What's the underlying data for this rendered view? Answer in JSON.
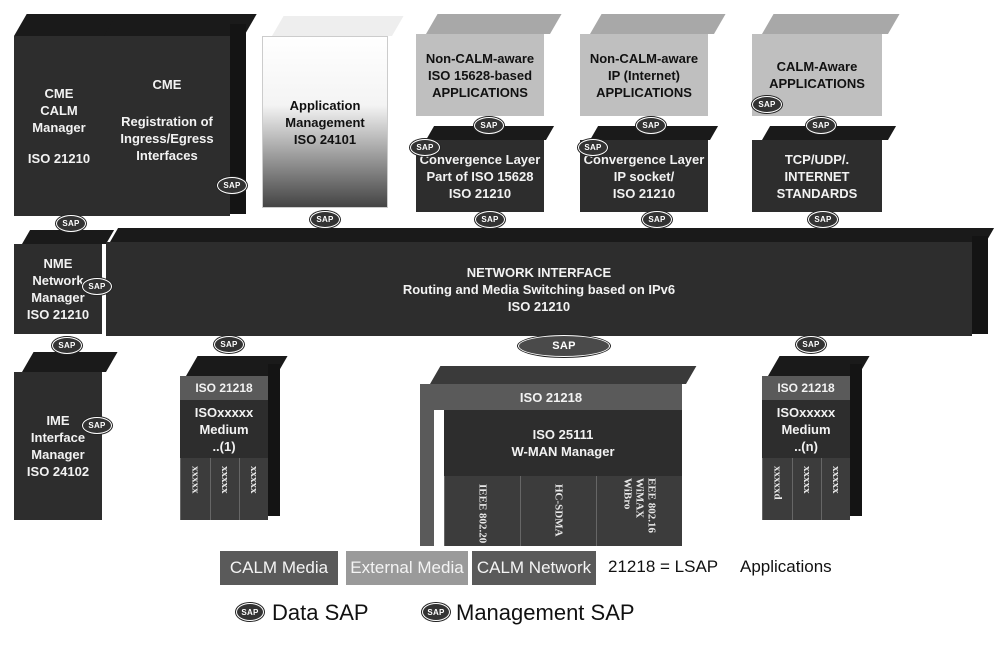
{
  "cme_calm": [
    "CME",
    "CALM",
    "Manager",
    "ISO 21210"
  ],
  "cme_reg": [
    "CME",
    "Registration of",
    "Ingress/Egress",
    "Interfaces"
  ],
  "app_mgmt": [
    "Application",
    "Management",
    "ISO 24101"
  ],
  "app_15628": [
    "Non-CALM-aware",
    "ISO 15628-based",
    "APPLICATIONS"
  ],
  "app_ip": [
    "Non-CALM-aware",
    "IP (Internet)",
    "APPLICATIONS"
  ],
  "app_calm": [
    "CALM-Aware",
    "APPLICATIONS"
  ],
  "conv_15628": [
    "Convergence Layer",
    "Part of ISO 15628",
    "ISO 21210"
  ],
  "conv_ip": [
    "Convergence Layer",
    "IP socket/",
    "ISO 21210"
  ],
  "tcp": [
    "TCP/UDP/.",
    "INTERNET",
    "STANDARDS"
  ],
  "nme": [
    "NME",
    "Network",
    "Manager",
    "ISO 21210"
  ],
  "network": [
    "NETWORK INTERFACE",
    "Routing and Media Switching based on IPv6",
    "ISO 21210"
  ],
  "ime": [
    "IME",
    "Interface",
    "Manager",
    "ISO 24102"
  ],
  "medium1": {
    "header": "ISO 21218",
    "title": [
      "ISOxxxxx",
      "Medium",
      "..(1)"
    ],
    "cols": [
      "xxxxx",
      "xxxxx",
      "xxxxx"
    ]
  },
  "mediumn": {
    "header": "ISO 21218",
    "title": [
      "ISOxxxxx",
      "Medium",
      "..(n)"
    ],
    "cols": [
      "xxxxxd",
      "xxxxx",
      "xxxxx"
    ]
  },
  "wman": {
    "header": "ISO 21218",
    "title": [
      "ISO 25111",
      "W-MAN Manager"
    ],
    "cols": [
      "IEEE 802.20",
      "HC-SDMA",
      "EEE 802.16\nWiMAX\nWiBro"
    ]
  },
  "sap_label": "SAP",
  "legend": {
    "calm_media": "CALM Media",
    "external_media": "External Media",
    "calm_network": "CALM Network",
    "lsap": "21218 = LSAP",
    "applications": "Applications",
    "data_sap": "Data SAP",
    "management_sap": "Management SAP"
  },
  "colors": {
    "dark": "#2d2d2d",
    "gray": "#bfbfbf",
    "medium": "#5a5a5a",
    "light": "#f5f5f5"
  }
}
